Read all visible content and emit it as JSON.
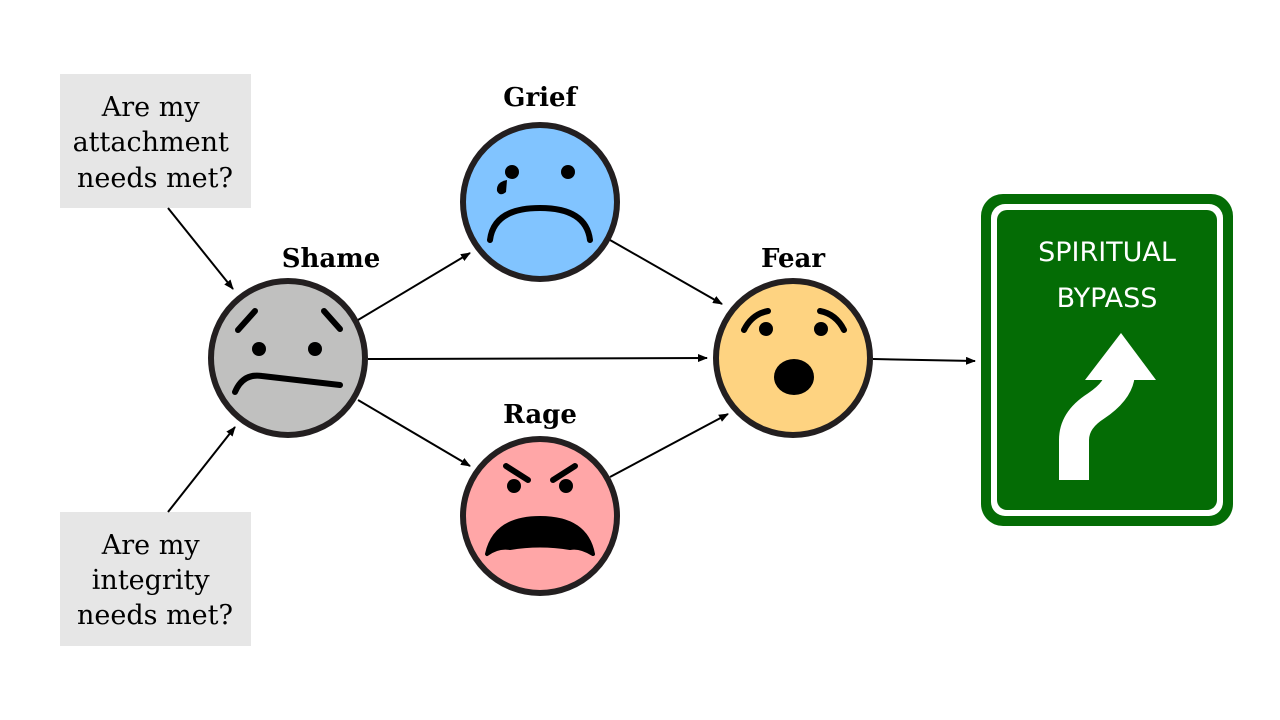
{
  "questions": {
    "attachment": [
      "Are my",
      "attachment",
      "needs met?"
    ],
    "integrity": [
      "Are my",
      "integrity",
      "needs met?"
    ]
  },
  "emotions": {
    "shame": "Shame",
    "grief": "Grief",
    "rage": "Rage",
    "fear": "Fear"
  },
  "sign": {
    "line1": "SPIRITUAL",
    "line2": "BYPASS"
  },
  "colors": {
    "box_fill": "#e6e6e6",
    "shame": "#c0c0bf",
    "grief": "#81c4ff",
    "rage": "#ffa6a7",
    "fear": "#fed381",
    "sign_green": "#046c05",
    "outline": "#231f20"
  },
  "icons": {
    "sign_arrow": "curved-up-arrow-icon"
  }
}
